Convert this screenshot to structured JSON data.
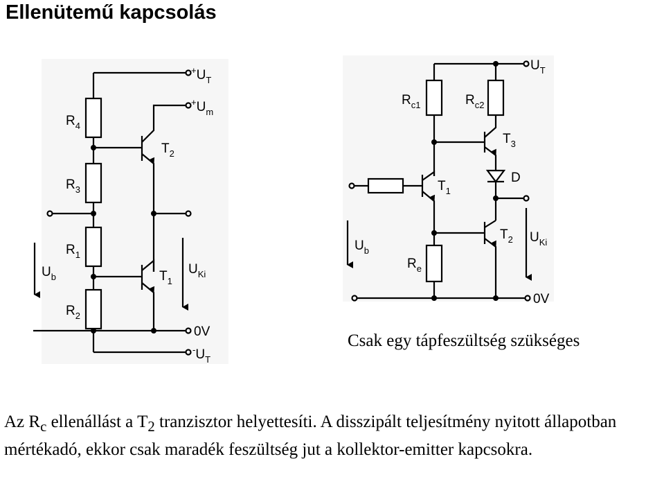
{
  "title": "Ellenütemű kapcsolás",
  "caption": "Csak egy tápfeszültség szükséges",
  "paragraph": {
    "p1": "Az R",
    "p1_sub": "c",
    "p2": " ellenállást a T",
    "p2_sub": "2",
    "p3": " tranzisztor helyettesíti. A disszipált teljesítmény nyitott állapotban mértékadó, ekkor csak maradék feszültség jut a kollektor-emitter kapcsokra."
  },
  "left_circuit": {
    "r4": {
      "main": "R",
      "sub": "4"
    },
    "r3": {
      "main": "R",
      "sub": "3"
    },
    "r1": {
      "main": "R",
      "sub": "1"
    },
    "r2": {
      "main": "R",
      "sub": "2"
    },
    "t2": {
      "main": "T",
      "sub": "2"
    },
    "t1": {
      "main": "T",
      "sub": "1"
    },
    "ut_top": {
      "main": "U",
      "sub": "T",
      "pre": "+"
    },
    "um": {
      "main": "U",
      "sub": "m",
      "pre": "+"
    },
    "ub": {
      "main": "U",
      "sub": "b"
    },
    "uki": {
      "main": "U",
      "sub": "Ki"
    },
    "zero": "0V",
    "ut_neg": {
      "main": "U",
      "sub": "T",
      "pre": "-"
    }
  },
  "right_circuit": {
    "rc1": {
      "main": "R",
      "sub": "c1"
    },
    "rc2": {
      "main": "R",
      "sub": "c2"
    },
    "re": {
      "main": "R",
      "sub": "e"
    },
    "t3": {
      "main": "T",
      "sub": "3"
    },
    "t1": {
      "main": "T",
      "sub": "1"
    },
    "t2": {
      "main": "T",
      "sub": "2"
    },
    "d": "D",
    "ut": {
      "main": "U",
      "sub": "T"
    },
    "ub": {
      "main": "U",
      "sub": "b"
    },
    "uki": {
      "main": "U",
      "sub": "Ki"
    },
    "zero": "0V"
  }
}
